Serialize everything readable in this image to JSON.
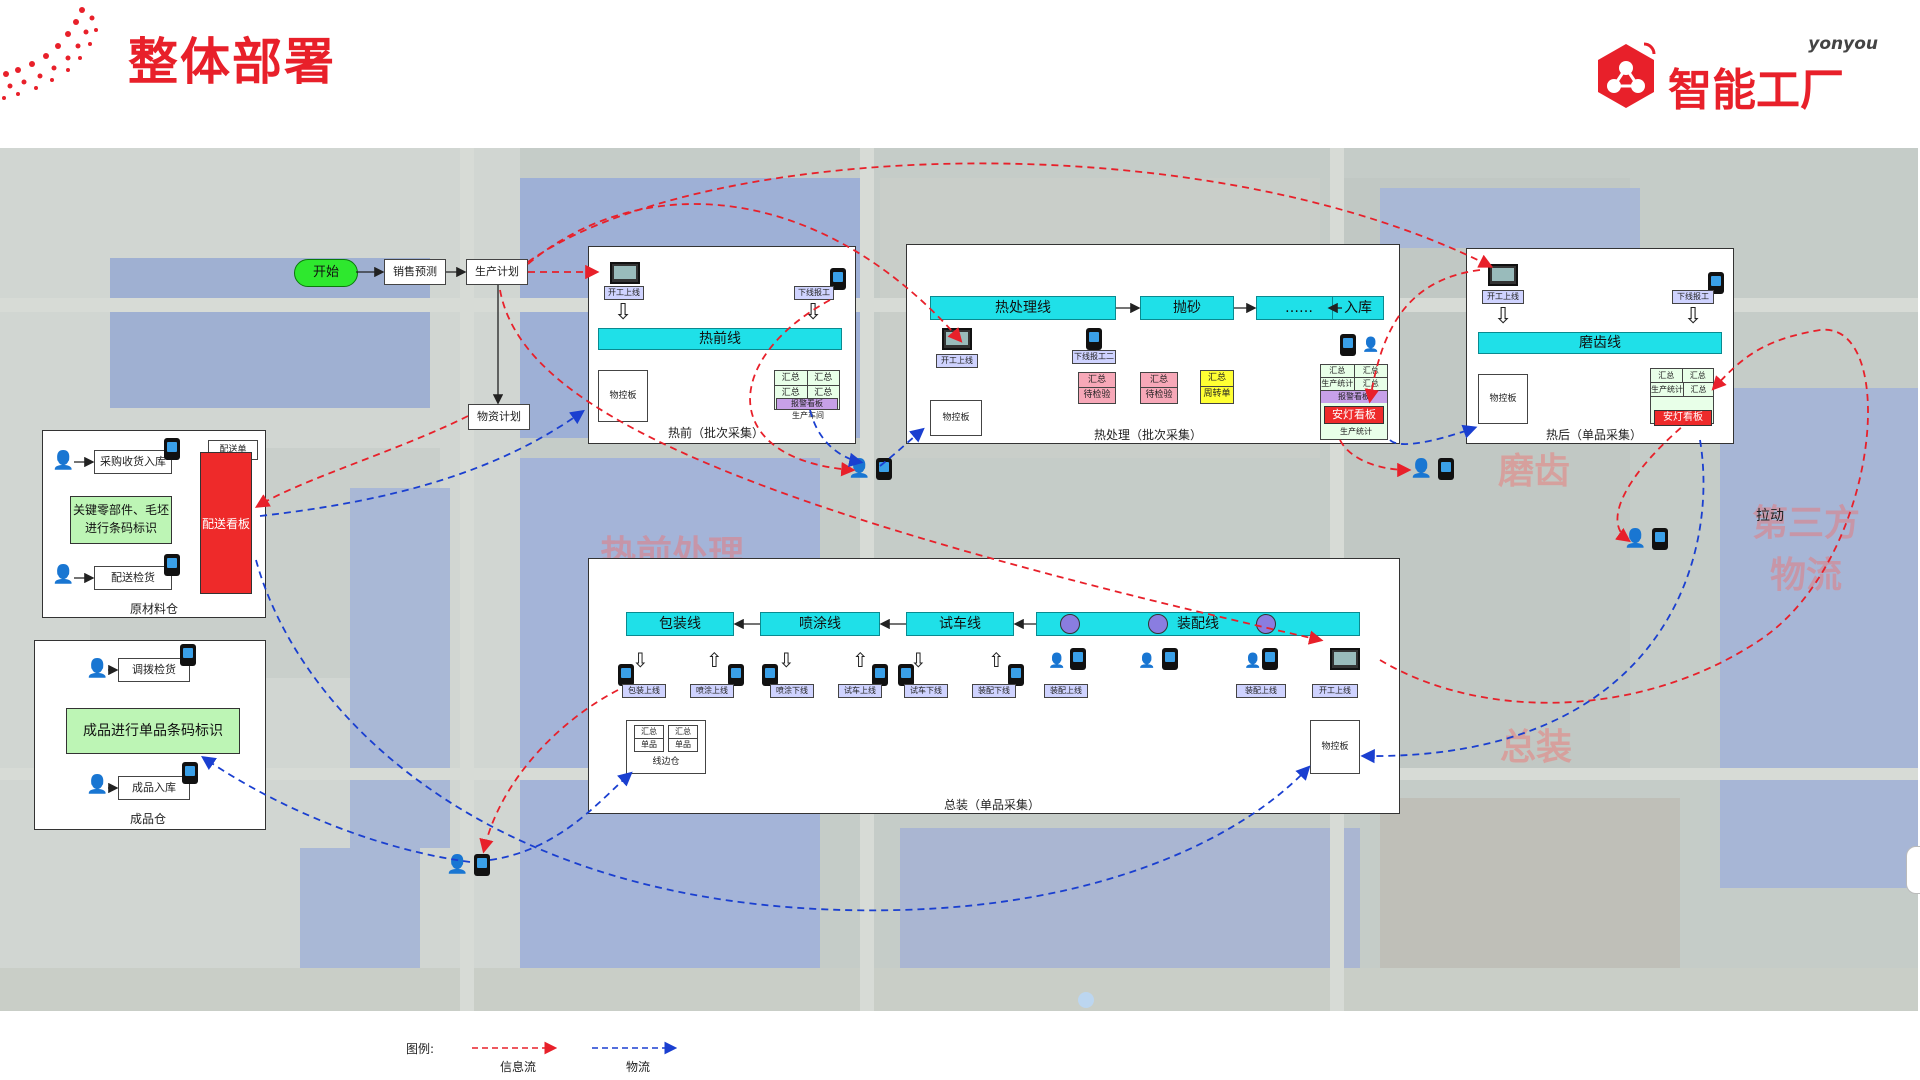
{
  "header": {
    "title": "整体部署",
    "brand": "智能工厂",
    "brand_en": "yonyou"
  },
  "colors": {
    "accent": "#e8202a",
    "info_flow": "#e8202a",
    "logistics": "#1a3fd0",
    "line_cyan": "#1fe0e8",
    "barcode_green": "#bdf5b5"
  },
  "flow": {
    "start": "开始",
    "sales_forecast": "销售预测",
    "production_plan": "生产计划",
    "mrp_plan": "物资计划"
  },
  "raw_warehouse": {
    "label": "原材料仓",
    "purchase_in": "采购收货入库",
    "barcode": "关键零部件、毛坯进行条码标识",
    "delivery_check": "配送检货",
    "dispatch_list": "配送单",
    "dispatch_board": "配送看板"
  },
  "finished_warehouse": {
    "label": "成品仓",
    "transfer_check": "调拨检货",
    "barcode": "成品进行单品条码标识",
    "inbound": "成品入库"
  },
  "pre_heat": {
    "label": "热前（批次采集）",
    "line": "热前线",
    "start_up": "开工上线",
    "off_line": "下线报工",
    "kanban": "物控板",
    "table": [
      "汇总",
      "汇总",
      "汇总",
      "汇总"
    ],
    "andon": "报警看板",
    "bottom": "生产车间"
  },
  "heat_treat": {
    "label": "热处理（批次采集）",
    "line": "热处理线",
    "sand": "抛砂",
    "dots": "……",
    "store": "入库",
    "start_up": "开工上线",
    "off_line": "下线报工二",
    "kanban": "物控板",
    "card1": [
      "汇总",
      "待检验"
    ],
    "card2": [
      "汇总",
      "待检验"
    ],
    "card3": [
      "汇总",
      "周转单"
    ],
    "table": [
      "汇总",
      "汇总",
      "生产统计",
      "汇总",
      "报警看板"
    ],
    "andon": "安灯看板",
    "bottom": "生产统计"
  },
  "post_heat": {
    "label": "热后（单品采集）",
    "line": "磨齿线",
    "start_up": "开工上线",
    "off_line": "下线报工",
    "kanban": "物控板",
    "table": [
      "汇总",
      "汇总",
      "生产统计",
      "汇总"
    ],
    "andon": "安灯看板"
  },
  "assembly": {
    "label": "总装（单品采集）",
    "pack": "包装线",
    "spray": "喷涂线",
    "test": "试车线",
    "assemble": "装配线",
    "stations": [
      "包装上线",
      "喷涂上线",
      "喷涂下线",
      "试车上线",
      "试车下线",
      "装配下线",
      "装配上线",
      "装配上线",
      "开工上线"
    ],
    "kanban": "物控板",
    "warehouse": "线边仓",
    "wh_items": [
      "汇总",
      "汇总",
      "单品",
      "单品"
    ]
  },
  "ghost": {
    "heat_process": "热前处理",
    "grind": "磨齿",
    "assembly": "总装",
    "third_party": "第三方",
    "logistics_word": "物流",
    "pull": "拉动"
  },
  "legend": {
    "title": "图例:",
    "info_flow": "信息流",
    "logistics": "物流"
  }
}
